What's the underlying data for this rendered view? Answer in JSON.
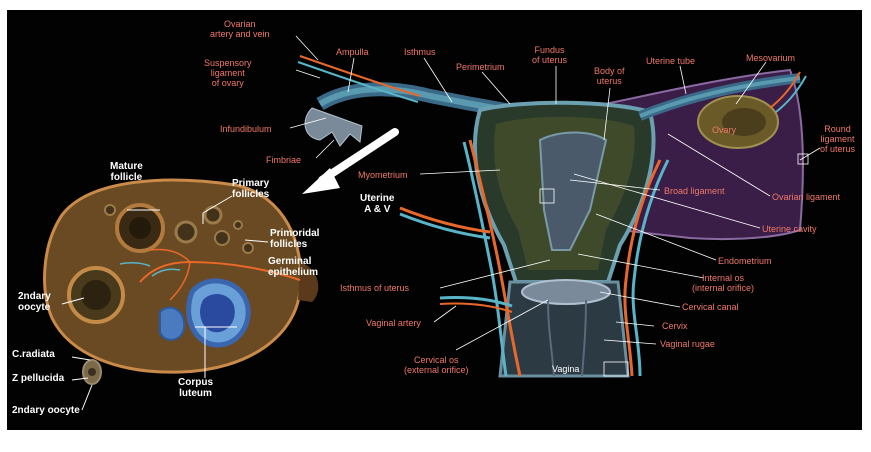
{
  "uterus_labels": {
    "ovarian_artery_vein": [
      "Ovarian",
      "artery and vein"
    ],
    "suspensory_ligament": [
      "Suspensory",
      "ligament",
      "of ovary"
    ],
    "ampulla": "Ampulla",
    "isthmus": "Isthmus",
    "perimetrium": "Perimetrium",
    "fundus": [
      "Fundus",
      "of uterus"
    ],
    "body_of_uterus": [
      "Body of",
      "uterus"
    ],
    "uterine_tube": "Uterine tube",
    "mesovarium": "Mesovarium",
    "infundibulum": "Infundibulum",
    "ovary": "Ovary",
    "round_ligament": [
      "Round",
      "ligament",
      "of uterus"
    ],
    "fimbriae": "Fimbriae",
    "myometrium": "Myometrium",
    "uterine_av": [
      "Uterine",
      "A & V"
    ],
    "broad_ligament": "Broad ligament",
    "ovarian_ligament": "Ovarian ligament",
    "uterine_cavity": "Uterine cavity",
    "endometrium": "Endometrium",
    "internal_os": [
      "Internal os",
      "(internal orifice)"
    ],
    "isthmus_of_uterus": "Isthmus of uterus",
    "cervical_canal": "Cervical canal",
    "vaginal_artery": "Vaginal artery",
    "cervix": "Cervix",
    "vaginal_rugae": "Vaginal rugae",
    "cervical_os": [
      "Cervical os",
      "(external orifice)"
    ],
    "vagina": "Vagina"
  },
  "ovary_labels": {
    "mature_follicle": [
      "Mature",
      "follicle"
    ],
    "primary_follicles": [
      "Primary",
      "follicles"
    ],
    "primordial_follicles": [
      "Primoridal",
      "follicles"
    ],
    "germinal_epithelium": [
      "Germinal",
      "epithelium"
    ],
    "secondary_oocyte": [
      "2ndary",
      "oocyte"
    ],
    "c_radiata": "C.radiata",
    "z_pellucida": "Z pellucida",
    "secondary_oocyte_2": "2ndary oocyte",
    "corpus_luteum": [
      "Corpus",
      "luteum"
    ]
  },
  "colors": {
    "background": "#020203",
    "label_text": "#f07868",
    "white_text": "#ffffff",
    "artery": "#e8682a",
    "vein": "#5ab4c8"
  }
}
